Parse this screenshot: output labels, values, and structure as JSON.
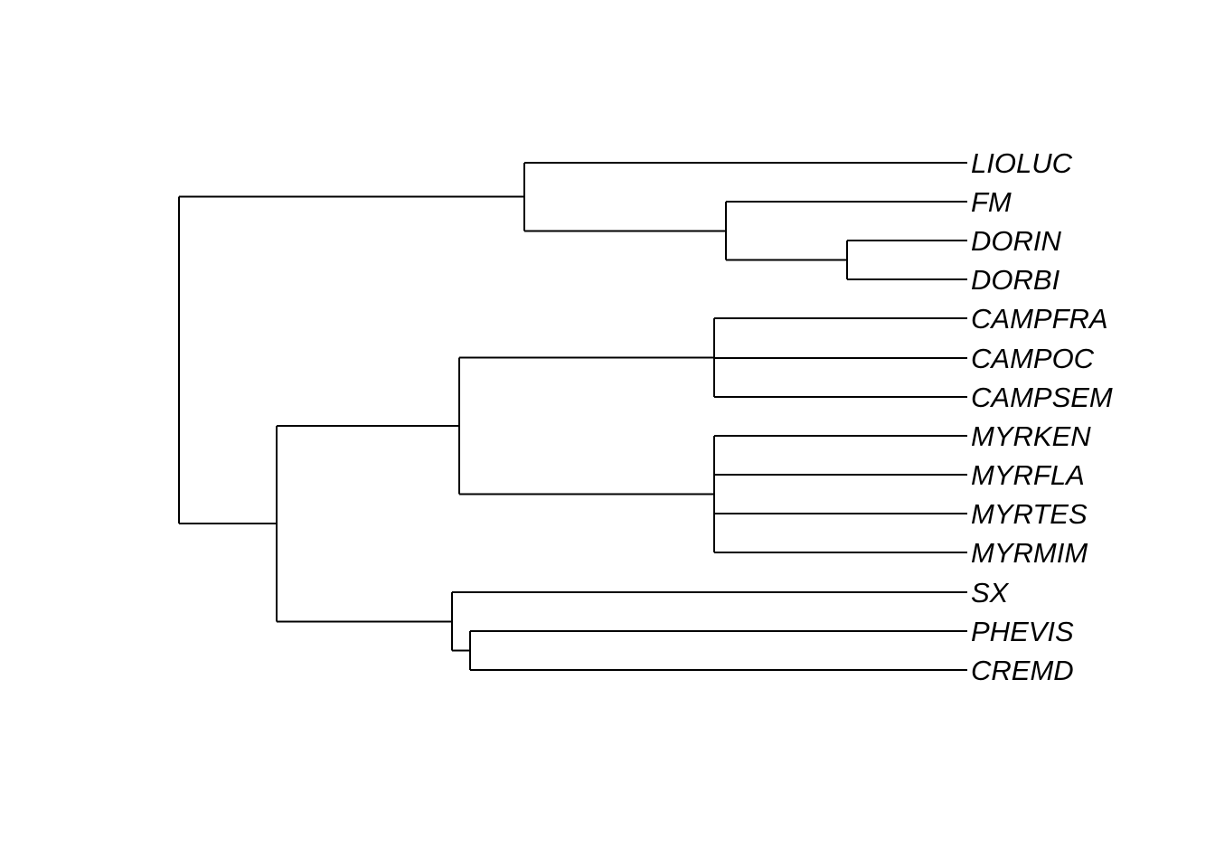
{
  "tree": {
    "tips": [
      "LIOLUC",
      "FM",
      "DORIN",
      "DORBI",
      "CAMPFRA",
      "CAMPOC",
      "CAMPSEM",
      "MYRKEN",
      "MYRFLA",
      "MYRTES",
      "MYRMIM",
      "SX",
      "PHEVIS",
      "CREMD"
    ],
    "clades": [
      {
        "children": [
          "LIOLUC",
          "FM",
          "DORIN",
          "DORBI"
        ]
      },
      {
        "children": [
          "FM",
          "DORIN",
          "DORBI"
        ]
      },
      {
        "children": [
          "DORIN",
          "DORBI"
        ]
      },
      {
        "children": [
          "CAMPFRA",
          "CAMPOC",
          "CAMPSEM",
          "MYRKEN",
          "MYRFLA",
          "MYRTES",
          "MYRMIM",
          "SX",
          "PHEVIS",
          "CREMD"
        ]
      },
      {
        "children": [
          "CAMPFRA",
          "CAMPOC",
          "CAMPSEM",
          "MYRKEN",
          "MYRFLA",
          "MYRTES",
          "MYRMIM"
        ]
      },
      {
        "children": [
          "CAMPFRA",
          "CAMPOC",
          "CAMPSEM"
        ]
      },
      {
        "children": [
          "MYRKEN",
          "MYRFLA",
          "MYRTES",
          "MYRMIM"
        ]
      },
      {
        "children": [
          "SX",
          "PHEVIS",
          "CREMD"
        ]
      },
      {
        "children": [
          "PHEVIS",
          "CREMD"
        ]
      }
    ],
    "line_color": "#000000"
  }
}
